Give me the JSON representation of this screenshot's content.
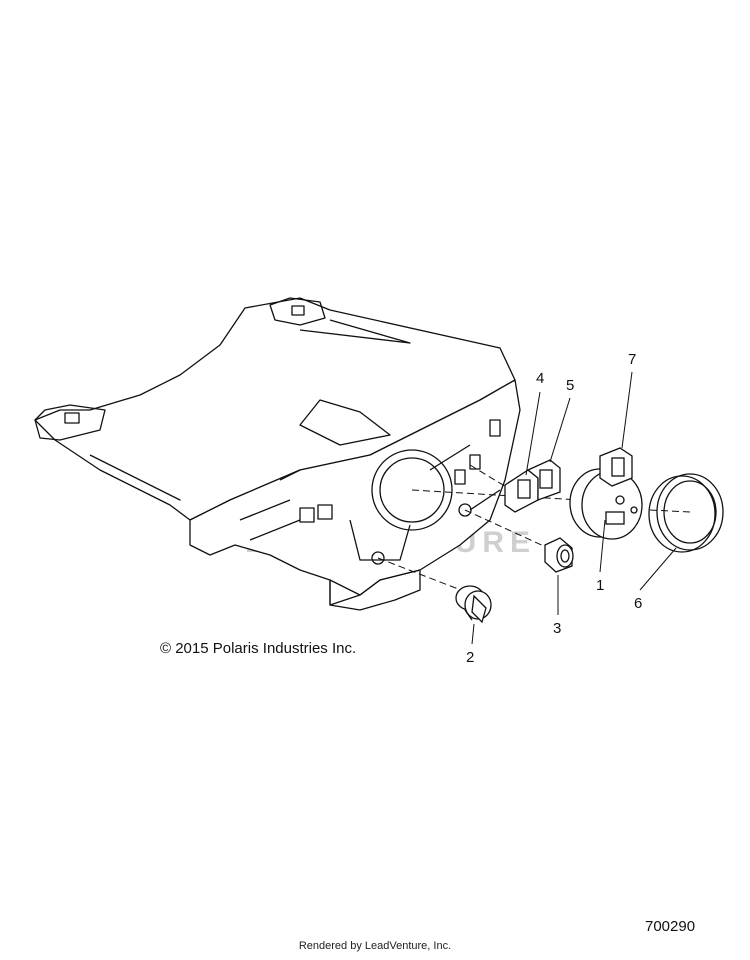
{
  "callouts": [
    {
      "id": "1",
      "label": "1"
    },
    {
      "id": "2",
      "label": "2"
    },
    {
      "id": "3",
      "label": "3"
    },
    {
      "id": "4",
      "label": "4"
    },
    {
      "id": "5",
      "label": "5"
    },
    {
      "id": "6",
      "label": "6"
    },
    {
      "id": "7",
      "label": "7"
    }
  ],
  "copyright": "© 2015 Polaris Industries Inc.",
  "part_number": "700290",
  "footer": "Rendered by LeadVenture, Inc.",
  "watermark": "LEADVENTURE",
  "colors": {
    "line": "#111111",
    "watermark": "#cfcfcf",
    "background": "#ffffff"
  }
}
